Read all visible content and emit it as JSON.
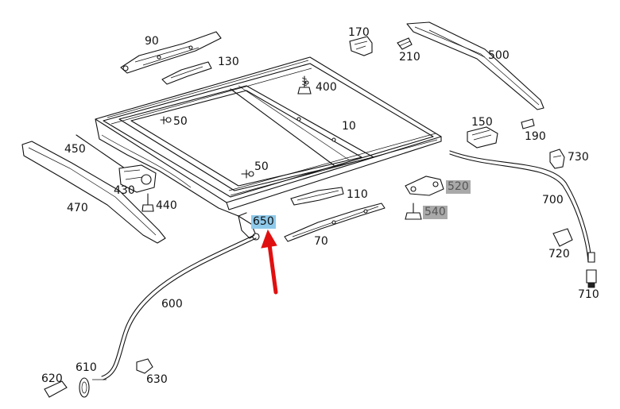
{
  "diagram": {
    "part_numbers": {
      "p90": "90",
      "p130": "130",
      "p170": "170",
      "p210": "210",
      "p500": "500",
      "p400": "400",
      "p50a": "50",
      "p10": "10",
      "p150": "150",
      "p190": "190",
      "p730": "730",
      "p450": "450",
      "p430": "430",
      "p440": "440",
      "p470": "470",
      "p50b": "50",
      "p110": "110",
      "p520": "520",
      "p540": "540",
      "p700": "700",
      "p650": "650",
      "p70": "70",
      "p720": "720",
      "p710": "710",
      "p600": "600",
      "p610": "610",
      "p620": "620",
      "p630": "630"
    },
    "highlighted_part": "650",
    "colors": {
      "line": "#111111",
      "highlight": "#8ec9ea",
      "greyed": "#a9a9a9",
      "arrow": "#e01010"
    }
  }
}
